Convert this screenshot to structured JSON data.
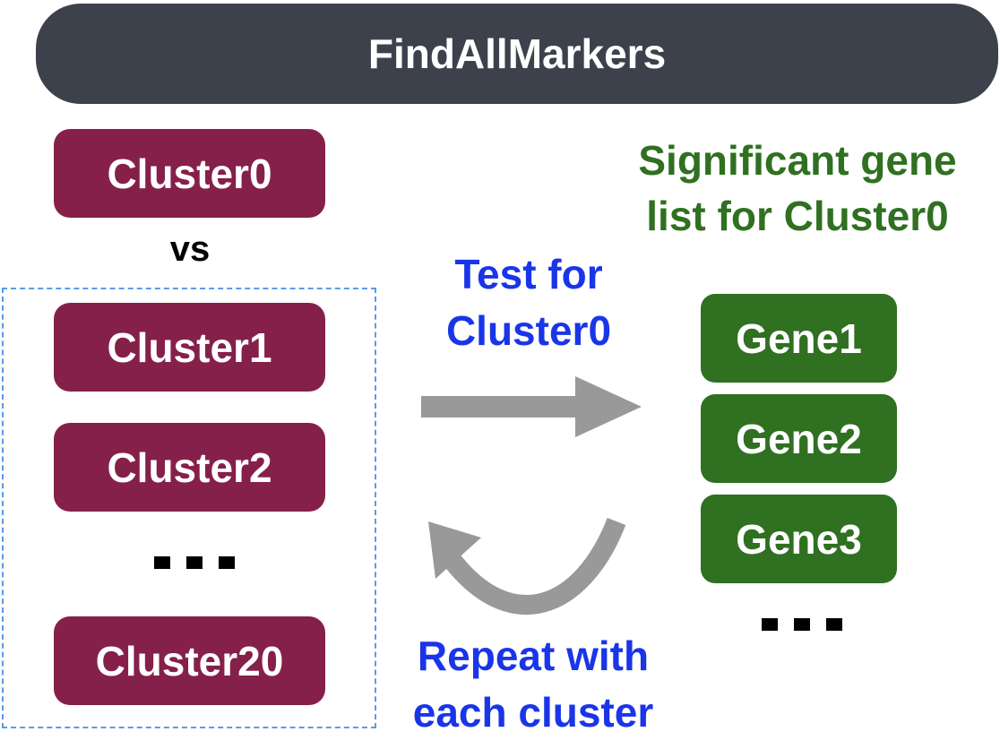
{
  "title": "FindAllMarkers",
  "target_cluster": "Cluster0",
  "vs_label": "vs",
  "comparison_clusters": [
    "Cluster1",
    "Cluster2",
    "Cluster20"
  ],
  "ellipsis_symbol": "...",
  "test_label": [
    "Test for",
    "Cluster0"
  ],
  "repeat_label": [
    "Repeat with",
    "each cluster"
  ],
  "result_heading": [
    "Significant gene",
    "list for Cluster0"
  ],
  "genes": [
    "Gene1",
    "Gene2",
    "Gene3"
  ],
  "colors": {
    "banner": "#3d414c",
    "cluster": "#85204a",
    "gene": "#2f7021",
    "label_blue": "#1a35e8",
    "label_green": "#2f7021",
    "arrow": "#999999",
    "dashed_border": "#5a9be8"
  }
}
